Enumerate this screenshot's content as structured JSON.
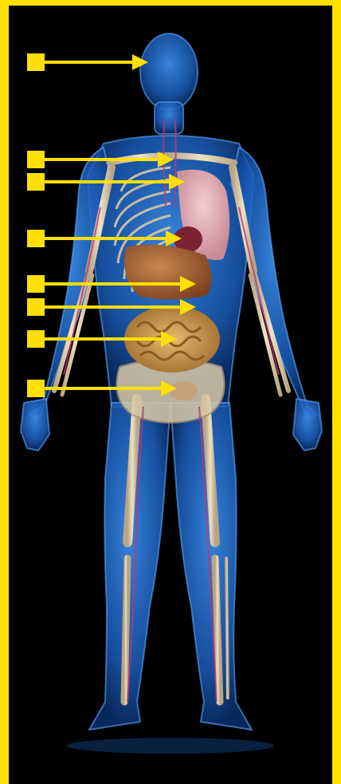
{
  "diagram": {
    "frame_color": "#FFE000",
    "background_color": "#000000",
    "marker_color": "#FFE000",
    "body_color": "#1E6FD0",
    "skeleton_color": "#D9C9A8",
    "vessel_color": "#B0306A",
    "lung_color": "#E8B7C0",
    "liver_color": "#B5703F",
    "intestine_color": "#D9A050",
    "labels": [
      {
        "name": "head",
        "text": ""
      },
      {
        "name": "throat",
        "text": ""
      },
      {
        "name": "lungs",
        "text": ""
      },
      {
        "name": "heart",
        "text": ""
      },
      {
        "name": "stomach",
        "text": ""
      },
      {
        "name": "liver",
        "text": ""
      },
      {
        "name": "small-intestine",
        "text": ""
      },
      {
        "name": "bladder",
        "text": ""
      }
    ]
  }
}
